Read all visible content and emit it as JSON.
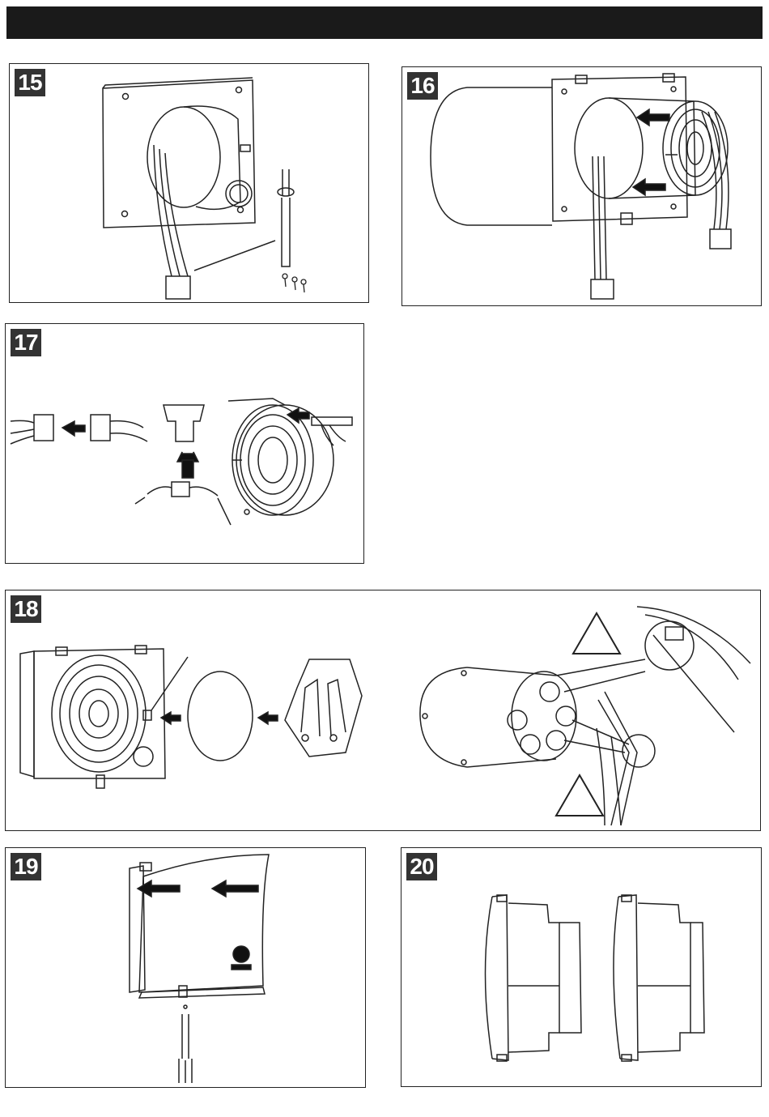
{
  "steps": [
    {
      "number": "15"
    },
    {
      "number": "16"
    },
    {
      "number": "17"
    },
    {
      "number": "18"
    },
    {
      "number": "19"
    },
    {
      "number": "20"
    }
  ],
  "colors": {
    "header_bar": "#1a1a1a",
    "badge": "#333333",
    "line": "#222222"
  }
}
